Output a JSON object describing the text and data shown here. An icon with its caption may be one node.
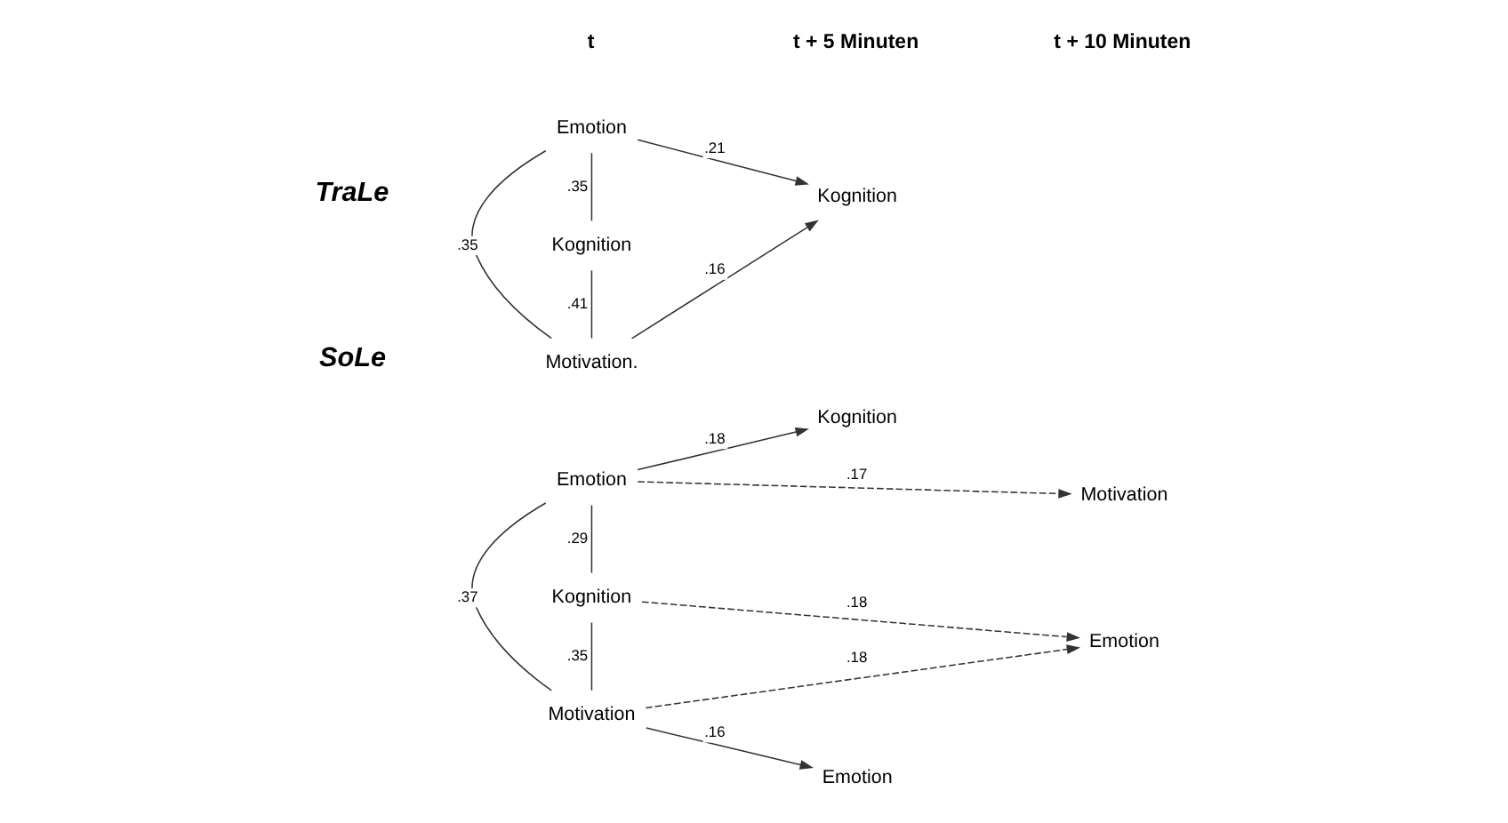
{
  "diagram": {
    "nodes": [
      {
        "text": [
          "Emotion"
        ]
      },
      {
        "text": [
          "Kognition"
        ]
      },
      {
        "text": [
          "Motivation."
        ]
      },
      {
        "text": [
          "Kognition"
        ]
      },
      {
        "text": [
          "Emotion"
        ]
      },
      {
        "text": [
          "Kognition"
        ]
      },
      {
        "text": [
          "Motivation"
        ]
      },
      {
        "text": [
          "Emotion"
        ]
      },
      {
        "text": [
          "Kognition"
        ]
      },
      {
        "text": [
          "Emotion"
        ]
      },
      {
        "text": [
          "Motivation"
        ]
      }
    ],
    "edges": [
      {
        "from": 0,
        "to": 1,
        "arrow": "none",
        "label": ".35"
      },
      {
        "from": 1,
        "to": 2,
        "arrow": "none",
        "label": ".41"
      },
      {
        "from": 0,
        "to": 2,
        "arrow": "none",
        "label": ".35"
      },
      {
        "from": 0,
        "to": 3,
        "arrow": "to",
        "label": ".21"
      },
      {
        "from": 2,
        "to": 3,
        "arrow": "to",
        "label": ".16"
      },
      {
        "from": 4,
        "to": 5,
        "arrow": "none",
        "label": ".29"
      },
      {
        "from": 5,
        "to": 6,
        "arrow": "none",
        "label": ".35"
      },
      {
        "from": 4,
        "to": 6,
        "arrow": "none",
        "label": ".37"
      },
      {
        "from": 4,
        "to": 8,
        "arrow": "to",
        "label": ".18"
      },
      {
        "from": 6,
        "to": 7,
        "arrow": "to",
        "label": ".16"
      },
      {
        "from": 5,
        "to": 9,
        "arrow": "to",
        "label": ".18",
        "style": "dashed"
      },
      {
        "from": 6,
        "to": 9,
        "arrow": "to",
        "label": ".18",
        "style": "dashed"
      },
      {
        "from": 4,
        "to": 10,
        "arrow": "to",
        "label": ".17",
        "style": "dashed"
      }
    ],
    "labels": [
      "t",
      "t + 5 Minuten",
      "t + 10 Minuten",
      "TraLe",
      "SoLe"
    ]
  }
}
